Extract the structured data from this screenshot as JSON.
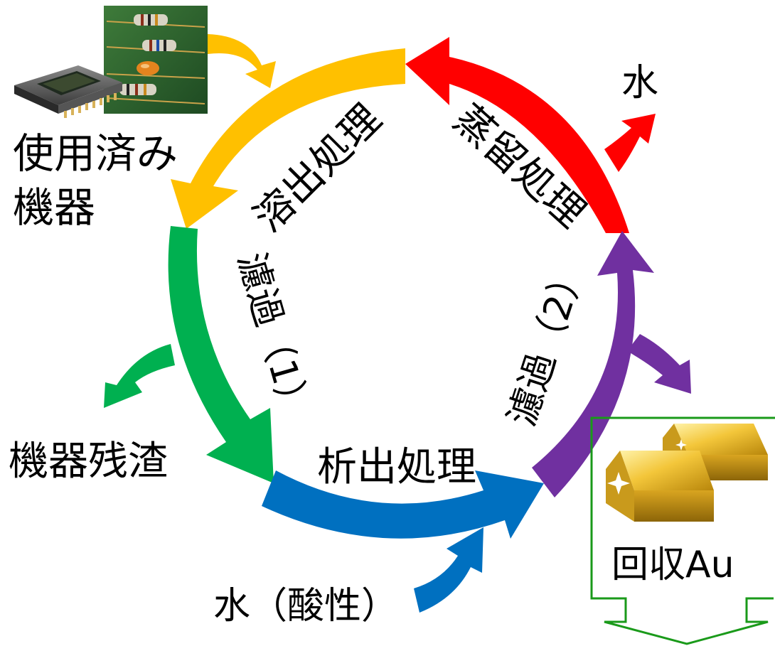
{
  "diagram": {
    "labels": {
      "used_devices_line1": "使用済み",
      "used_devices_line2": "機器",
      "dissolution": "溶出処理",
      "distillation": "蒸留処理",
      "water_out": "水",
      "filtration1": "濾過（1）",
      "filtration2": "濾過（2）",
      "device_residue": "機器残渣",
      "precipitation": "析出処理",
      "acidic_water": "水（酸性）",
      "recovered_au": "回収Au"
    },
    "colors": {
      "dissolution": "#FFC000",
      "distillation": "#FF0000",
      "filtration1": "#00B050",
      "precipitation": "#0070C0",
      "filtration2": "#7030A0",
      "recovery_box": "#1A9A1A",
      "gold": "#E8B830"
    },
    "icons": {
      "devices": "electronics-photo",
      "gold": "gold-bars-image"
    }
  }
}
